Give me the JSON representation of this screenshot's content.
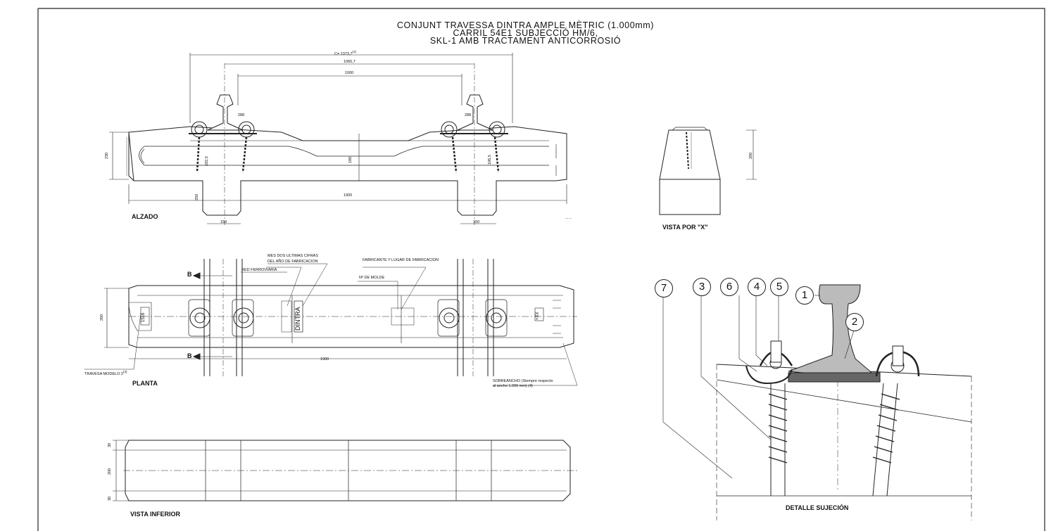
{
  "title": {
    "line1": "CONJUNT TRAVESSA DINTRA AMPLE MÈTRIC (1.000mm)",
    "line2": "CARRIL 54E1 SUBJECCIÓ HM/6,",
    "line3": "SKL-1 AMB TRACTAMENT ANTICORROSIÓ"
  },
  "views": {
    "alzado": "ALZADO",
    "vista_x": "VISTA POR \"X\"",
    "planta": "PLANTA",
    "vista_inferior": "VISTA INFERIOR",
    "detalle": "DETALLE SUJECIÓN"
  },
  "dimensions": {
    "c": "C= 1373,7",
    "c_note": "(1)",
    "d1065": "1065,7",
    "d1000": "1000",
    "d288a": "288",
    "d288b": "288",
    "d230": "230",
    "d180": "180",
    "d182a": "182,5",
    "d182b": "106,5",
    "d1900": "1900",
    "d150a": "150",
    "d150b": "150",
    "d250": "250",
    "d200x": "200",
    "d260": "260",
    "d1900p": "1900",
    "d30a": "30",
    "d200i": "200",
    "d30b": "30"
  },
  "annotations": {
    "mes": "MES DOS ULTIMAS CIFRAS",
    "mes2": "DEL AÑO DE FABRICACION",
    "red": "RED FERROVIARIA",
    "fabricante": "FABRICANTE Y LUGAR DE FABRICACION",
    "molde": "Nº DE MOLDE",
    "dintra": "DINTRA",
    "code": "1516",
    "xx": "+XX",
    "travesa": "TRAVESA MODELO 2",
    "travesa_note": "(3)",
    "sobreancho": "SOBREANCHO (Siempre respecto",
    "sobreancho2": "al ancho 1.000 mm) (4)",
    "b1": "B",
    "b2": "B",
    "dots": "......"
  },
  "balloons": [
    "7",
    "3",
    "6",
    "4",
    "5",
    "1",
    "2"
  ]
}
